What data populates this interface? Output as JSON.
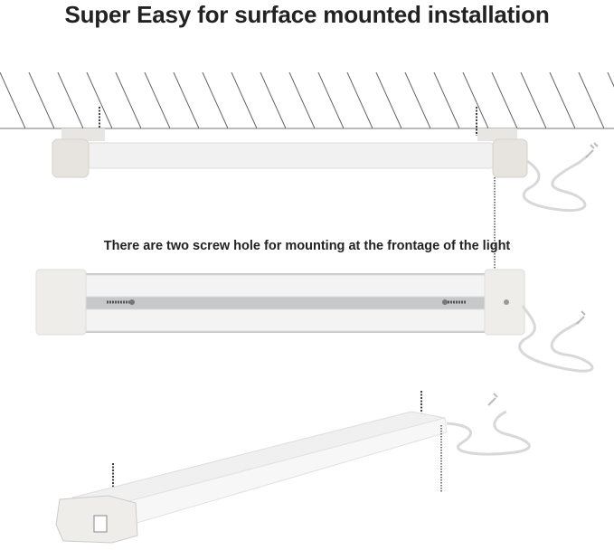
{
  "title": "Super Easy for surface mounted installation",
  "subtitle": "There are two screw hole for mounting at the frontage of the light",
  "colors": {
    "text": "#222222",
    "fixture": "#efefef",
    "endcap": "#e6e3df",
    "tube": "#f4f4f4",
    "panel": "#c9cbcc",
    "hatch": "#555555"
  },
  "illustrations": [
    "ceiling-mounted-fixture",
    "fixture-front-view-with-screw-holes",
    "fixture-perspective-view"
  ]
}
